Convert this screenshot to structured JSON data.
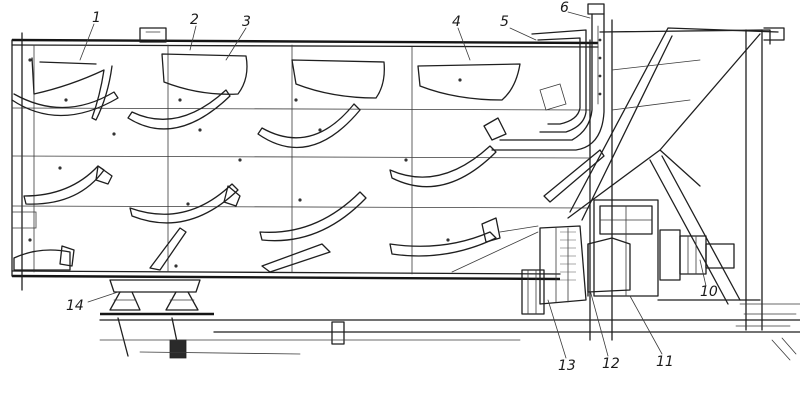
{
  "labels": {
    "l1": "1",
    "l2": "2",
    "l3": "3",
    "l4": "4",
    "l5": "5",
    "l6": "6",
    "l10": "10",
    "l11": "11",
    "l12": "12",
    "l13": "13",
    "l14": "14"
  }
}
